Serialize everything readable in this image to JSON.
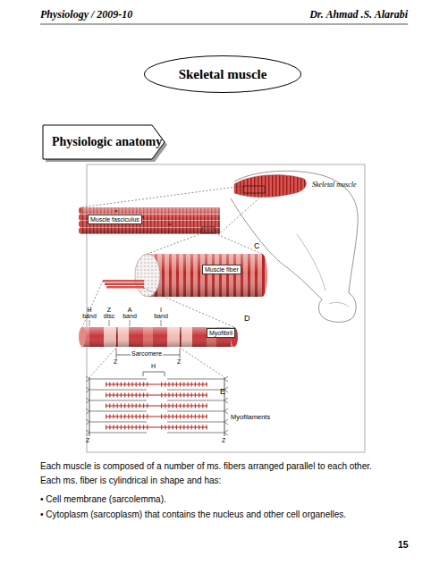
{
  "diagram": {
    "nodes": [
      {
        "text": [
          "Skeletal muscle"
        ]
      },
      {
        "text": [
          "Physiologic anatomy"
        ]
      },
      {
        "text": [
          "Muscle fasciculus"
        ]
      },
      {
        "text": [
          "Muscle fiber"
        ]
      },
      {
        "text": [
          "Myofibril"
        ]
      }
    ],
    "labels": [
      "Physiology / 2009-10",
      "Dr. Ahmad .S. Alarabi",
      "Skeletal muscle",
      "C",
      "H band",
      "Z disc",
      "A band",
      "I band",
      "D",
      "Sarcomere",
      "Z",
      "Z",
      "H",
      "E",
      "Myofilaments",
      "Z",
      "Z",
      "Each muscle is composed of a number of ms. fibers arranged parallel to each other.",
      "Each ms. fiber is cylindrical in shape and has:",
      "• Cell membrane (sarcolemma).",
      "• Cytoplasm (sarcoplasm) that contains the nucleus and other cell organelles.",
      "15"
    ]
  }
}
